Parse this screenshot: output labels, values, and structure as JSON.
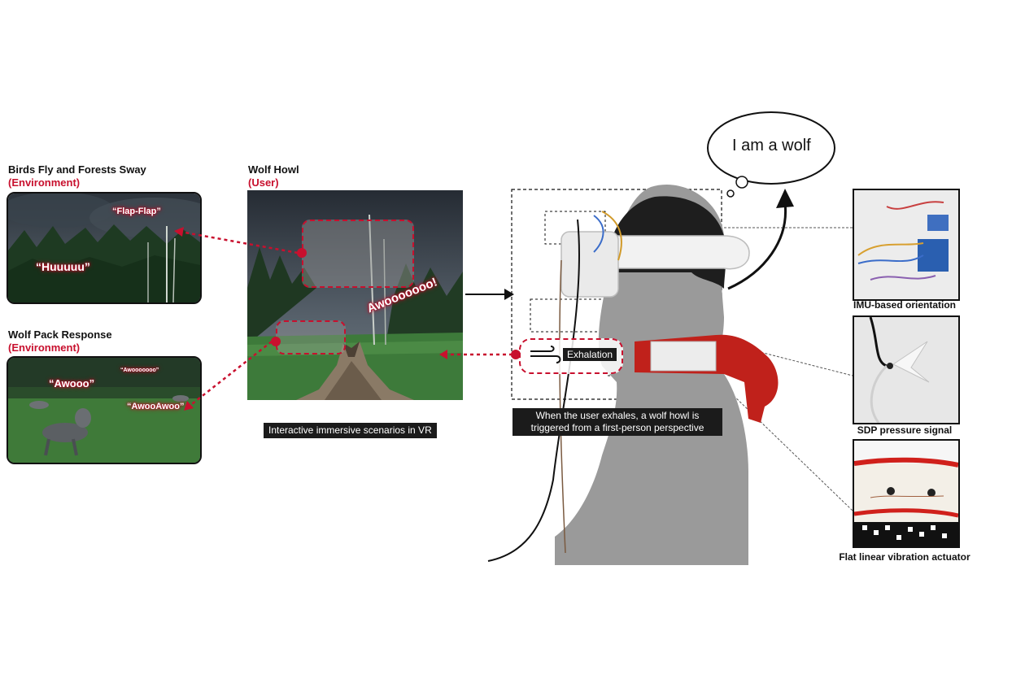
{
  "panels": {
    "birds": {
      "title": "Birds Fly and Forests Sway",
      "subtitle": "(Environment)",
      "sounds": [
        "“Flap-Flap”",
        "“Huuuuu”"
      ]
    },
    "pack": {
      "title": "Wolf Pack Response",
      "subtitle": "(Environment)",
      "sounds": [
        "“Awooo”",
        "“Awooooooo”",
        "“AwooAwoo”"
      ]
    },
    "howl": {
      "title": "Wolf Howl",
      "subtitle": "(User)",
      "sound": "Awooooooo!",
      "caption": "Interactive immersive scenarios in VR"
    }
  },
  "setup": {
    "thought": "I am a wolf",
    "exhalation_label": "Exhalation",
    "caption_line1": "When the user exhales, a wolf howl is",
    "caption_line2": "triggered from a first-person perspective"
  },
  "sensors": [
    {
      "label": "IMU-based orientation"
    },
    {
      "label": "SDP pressure signal"
    },
    {
      "label": "Flat linear vibration actuator"
    }
  ],
  "colors": {
    "accent": "#c8102e",
    "caption_bg": "#1b1b1b"
  }
}
